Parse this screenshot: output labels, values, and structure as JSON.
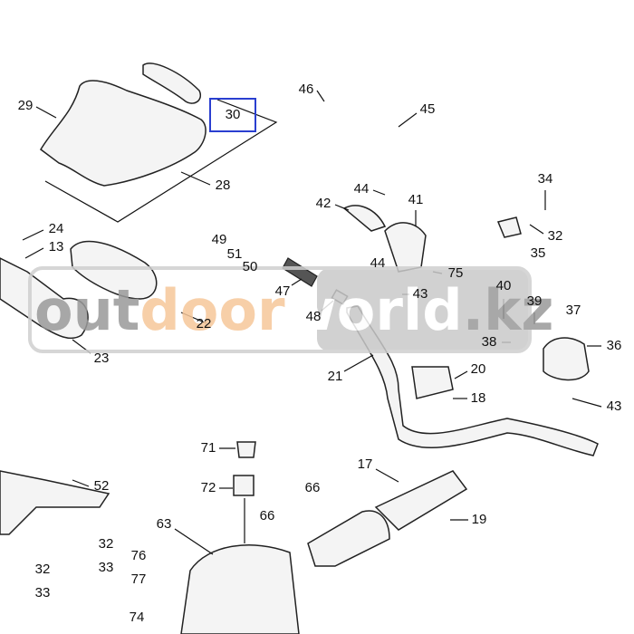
{
  "diagram": {
    "title": "Handlebar and steering parts exploded view",
    "highlight_color": "#2a3fd0",
    "highlighted_label": "30",
    "labels": [
      "29",
      "30",
      "28",
      "46",
      "45",
      "44",
      "41",
      "42",
      "34",
      "32",
      "35",
      "24",
      "13",
      "49",
      "51",
      "50",
      "44",
      "75",
      "43",
      "47",
      "48",
      "22",
      "23",
      "40",
      "39",
      "37",
      "38",
      "36",
      "21",
      "20",
      "18",
      "43",
      "71",
      "72",
      "52",
      "17",
      "66",
      "66",
      "19",
      "63",
      "32",
      "33",
      "32",
      "33",
      "76",
      "77",
      "74"
    ]
  },
  "watermark": {
    "part1": "out",
    "part2": "door",
    "part3": "world",
    ".kz": ".kz",
    "suffix": ".kz",
    "color_out": "#9a9a9a",
    "color_door": "#f6c79a",
    "color_world": "#ffffff"
  }
}
